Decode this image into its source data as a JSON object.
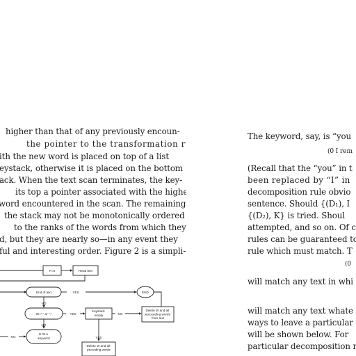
{
  "left_column": {
    "lines": [
      "higher than that of any previously encoun-",
      "the pointer to the transformation rules",
      "ith the new word is placed on top of a list",
      "eystack, otherwise it is placed on the bottom",
      "ack. When the text scan terminates, the key-",
      "its top a pointer associated with the highest",
      "word encountered in the scan. The remaining",
      "the stack may not be monotonically ordered",
      "to the ranks of the words from which they",
      "d, but they are nearly so—in any event they",
      "ful and interesting order. Figure 2 is a simpli-"
    ]
  },
  "flowchart": {
    "nodes": {
      "p_zero": "P=0",
      "read_text": "Read text",
      "end_of_text": "End of text",
      "end": "END",
      "delimiter_test": "W=\".\" or \",\"",
      "keystack_empty": "Keystack empty",
      "delete_w_text": "Delete W and all succeeding words from text",
      "delete_w_preceding": "Delete W and all preceding words",
      "is_w_keyword": "Is W a keyword"
    },
    "labels": {
      "yes": "YES",
      "no": "NO"
    }
  },
  "right_column": {
    "lines": [
      {
        "id": "r1",
        "text": "The keyword, say, is “you"
      },
      {
        "id": "r2",
        "text": "(0 I rem"
      },
      {
        "id": "r3",
        "text": "(Recall that the “you” in t"
      },
      {
        "id": "r4",
        "text": "been replaced by “I” in"
      },
      {
        "id": "r5",
        "text": "decomposition rule obvio"
      },
      {
        "id": "r6",
        "text": "sentence. Should {(D₁), I"
      },
      {
        "id": "r7",
        "text": "{(D₂), K} is tried. Shoul"
      },
      {
        "id": "r8",
        "text": "attempted, and so on. Of c"
      },
      {
        "id": "r9",
        "text": "rules can be guaranteed to"
      },
      {
        "id": "r10",
        "text": "rule which must match. T"
      },
      {
        "id": "r11",
        "text": "(0"
      },
      {
        "id": "r12",
        "text": "will match any text in whi"
      },
      {
        "id": "r13",
        "text": "will match any text whate"
      },
      {
        "id": "r14",
        "text": "ways to leave a particular"
      },
      {
        "id": "r15",
        "text": "will be shown below. For"
      },
      {
        "id": "r16",
        "text": "particular decomposition r"
      }
    ]
  }
}
